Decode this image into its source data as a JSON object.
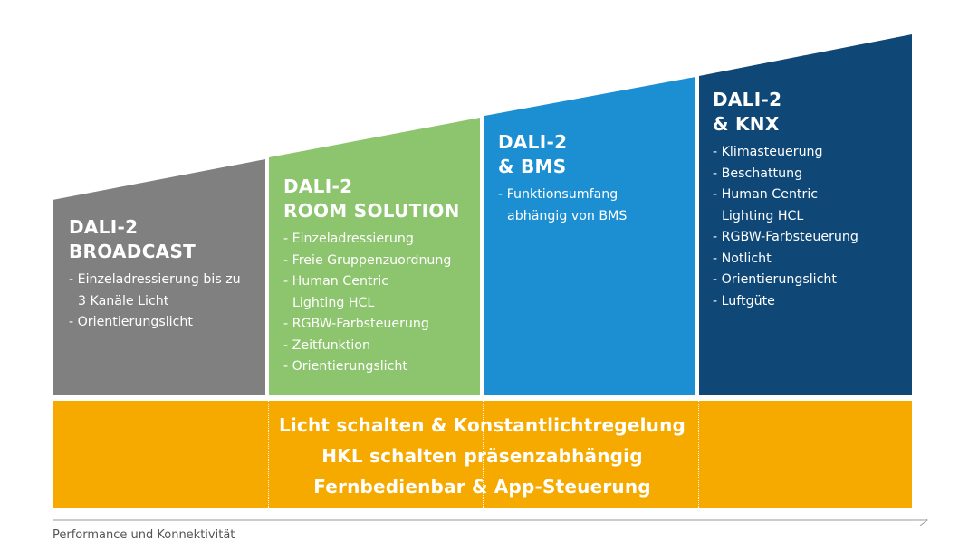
{
  "columns": [
    {
      "title_line1": "DALI-2",
      "title_line2": "BROADCAST",
      "color": "#808080",
      "features": [
        "- Einzeladressierung bis zu 3 Kanäle Licht",
        "- Orientierungslicht"
      ]
    },
    {
      "title_line1": "DALI-2",
      "title_line2": "ROOM SOLUTION",
      "color": "#8dc46e",
      "features": [
        "- Einzeladressierung",
        "- Freie Gruppenzuordnung",
        "- Human Centric Lighting HCL",
        "- RGBW-Farbsteuerung",
        "- Zeitfunktion",
        "- Orientierungslicht"
      ]
    },
    {
      "title_line1": "DALI-2",
      "title_line2": "& BMS",
      "color": "#1c8fd3",
      "features": [
        "- Funktionsumfang abhängig von BMS"
      ]
    },
    {
      "title_line1": "DALI-2",
      "title_line2": "& KNX",
      "color": "#0f4777",
      "features": [
        "- Klimasteuerung",
        "- Beschattung",
        "- Human Centric Lighting HCL",
        "- RGBW-Farbsteuerung",
        "- Notlicht",
        "- Orientierungslicht",
        "- Luftgüte"
      ]
    }
  ],
  "base_band": {
    "color": "#f6aa00",
    "lines": [
      "Licht schalten & Konstantlichtregelung",
      "HKL schalten präsenzabhängig",
      "Fernbedienbar & App-Steuerung"
    ]
  },
  "axis": {
    "label": "Performance und Konnektivität"
  }
}
